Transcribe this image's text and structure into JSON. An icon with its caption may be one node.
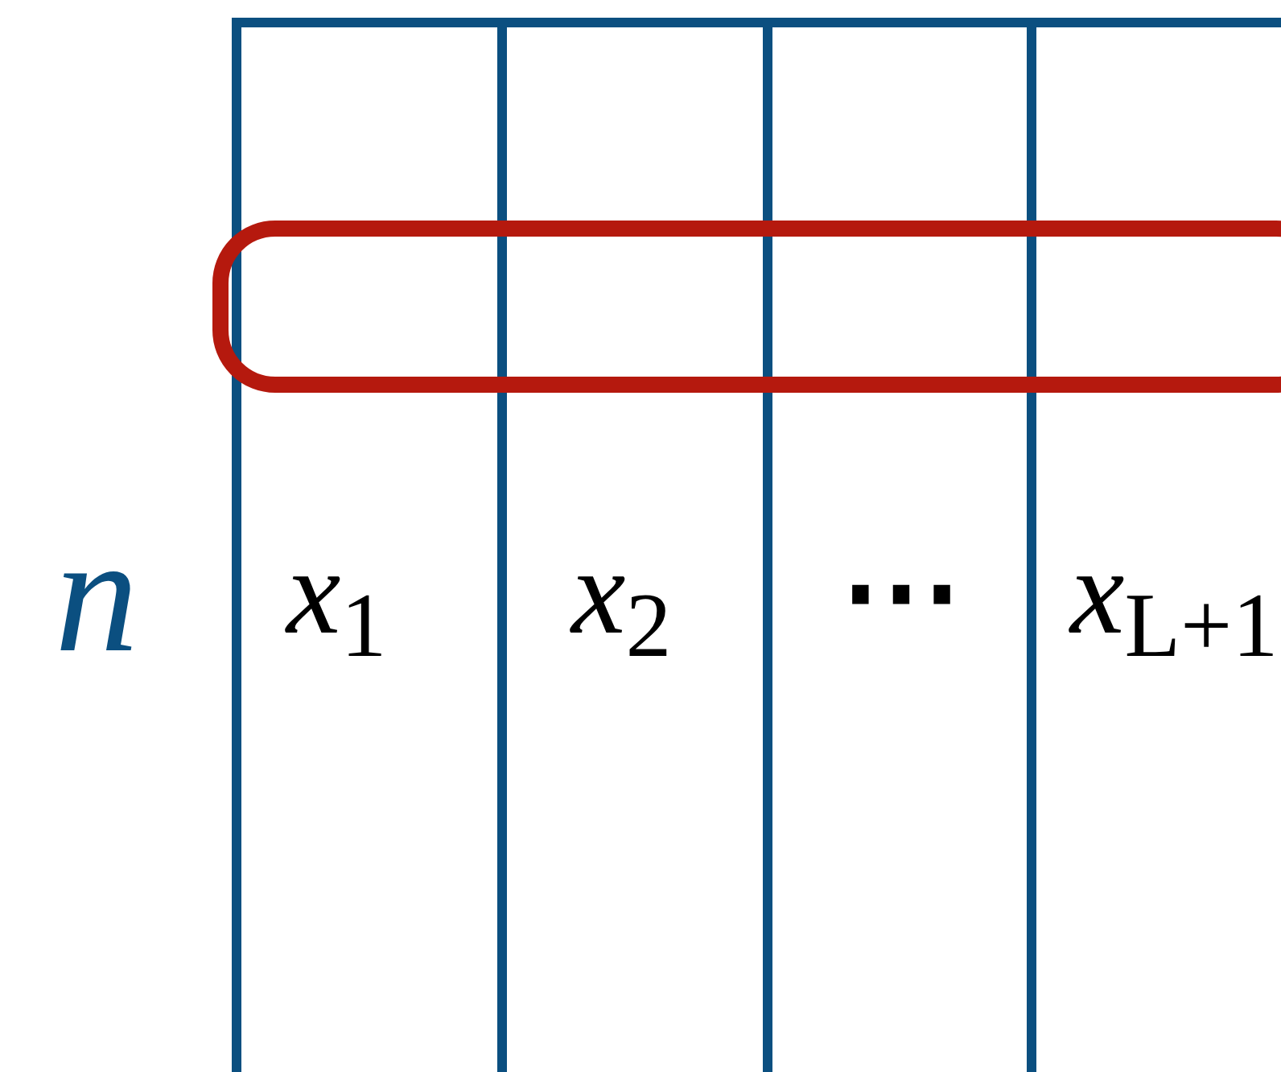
{
  "diagram": {
    "labels": [
      "n",
      "x$_{1}$",
      "x$_{2}$",
      "⋯",
      "x$_{L+1}$"
    ]
  }
}
